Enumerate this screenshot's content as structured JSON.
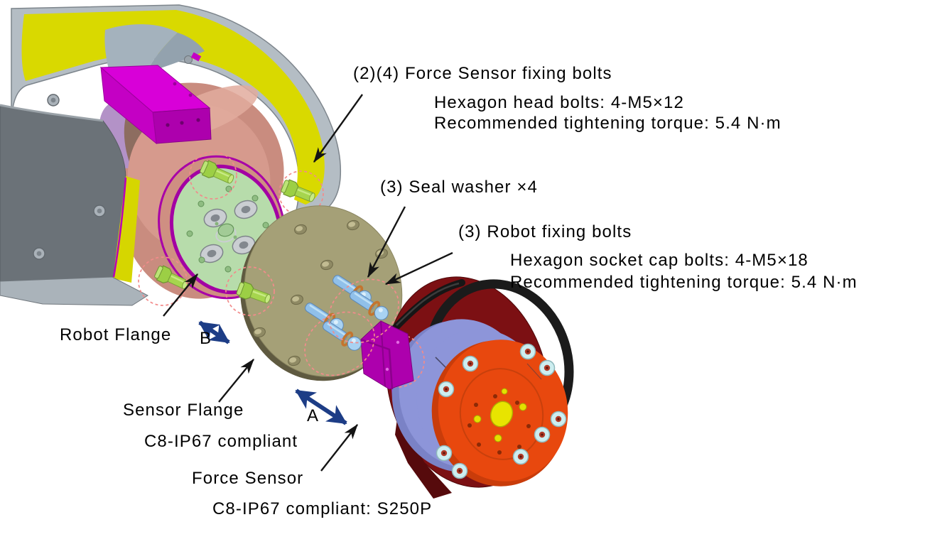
{
  "figure": {
    "type": "exploded-assembly-diagram",
    "background": "#ffffff",
    "callouts": {
      "force_sensor_fixing_bolts": {
        "title": "(2)(4) Force Sensor fixing bolts",
        "spec": "Hexagon head bolts: 4-M5×12",
        "torque": "Recommended tightening torque: 5.4 N·m"
      },
      "seal_washer": {
        "title": "(3) Seal washer ×4"
      },
      "robot_fixing_bolts": {
        "title": "(3) Robot fixing bolts",
        "spec": "Hexagon socket cap bolts: 4-M5×18",
        "torque": "Recommended tightening torque: 5.4 N·m"
      },
      "robot_flange": {
        "title": "Robot Flange"
      },
      "sensor_flange": {
        "title": "Sensor Flange",
        "subtitle": "C8-IP67 compliant"
      },
      "force_sensor": {
        "title": "Force Sensor",
        "subtitle": "C8-IP67 compliant: S250P"
      },
      "gap_b": {
        "label": "B"
      },
      "gap_a": {
        "label": "A"
      }
    },
    "colors": {
      "arm_shell_gray": "#b4bdc4",
      "arm_yellow": "#d9d900",
      "arm_dark_face": "#6b7278",
      "arm_salmon": "#d29387",
      "wrist_magenta": "#cc00cc",
      "arm_lavender": "#b392c7",
      "robot_flange_green": "#b7dcab",
      "flange_rim_magenta": "#a300a3",
      "fixing_bolt_green": "#a6d54e",
      "sensor_flange_tan": "#a5a077",
      "robot_fixing_bolt_blue": "#90c0ea",
      "seal_washer_orange": "#c4742e",
      "sensor_housing_maroon": "#7c1013",
      "sensor_ring_black": "#1b1b1b",
      "sensor_body_periwinkle": "#8d95d9",
      "sensor_face_orange": "#e8480e",
      "face_bolt_cyan": "#cdeef0",
      "detail_yellow": "#e8e400",
      "callout_arrow_black": "#141414",
      "gap_arrow_navy": "#1d3d86",
      "highlight_dashed_red": "#f28b8b"
    }
  }
}
